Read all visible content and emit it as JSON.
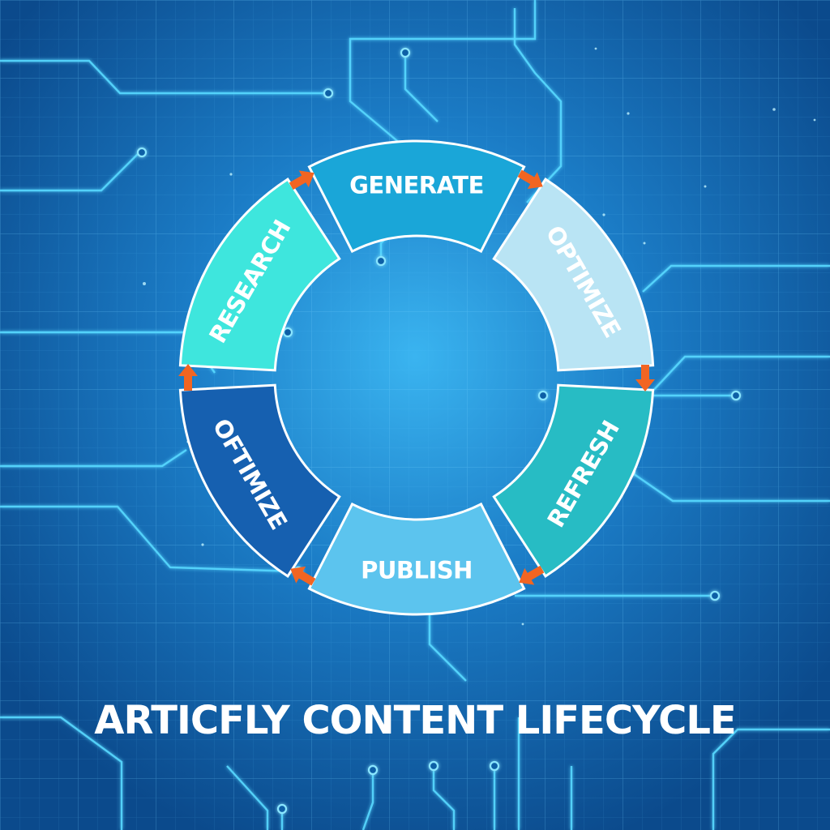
{
  "title": "ARTICFLY CONTENT LIFECYCLE",
  "cycle": {
    "segments": [
      {
        "label": "GENERATE",
        "color": "#1aa6d8",
        "text_color": "#ffffff"
      },
      {
        "label": "OPTIMIZE",
        "color": "#b9e4f4",
        "text_color": "#ffffff"
      },
      {
        "label": "REFRESH",
        "color": "#27bcc4",
        "text_color": "#ffffff"
      },
      {
        "label": "PUBLISH",
        "color": "#5cc4ee",
        "text_color": "#ffffff"
      },
      {
        "label": "OFTIMIZE",
        "color": "#1660b0",
        "text_color": "#ffffff"
      },
      {
        "label": "RESEARCH",
        "color": "#3ee6dd",
        "text_color": "#ffffff"
      }
    ],
    "arrow_color": "#f26522",
    "outline_color": "#ffffff"
  },
  "background": {
    "base_color": "#0b4f92",
    "glow_color": "#3ab4f0",
    "grid_color": "#5ec8ff",
    "circuit_color": "#58d8ff"
  }
}
